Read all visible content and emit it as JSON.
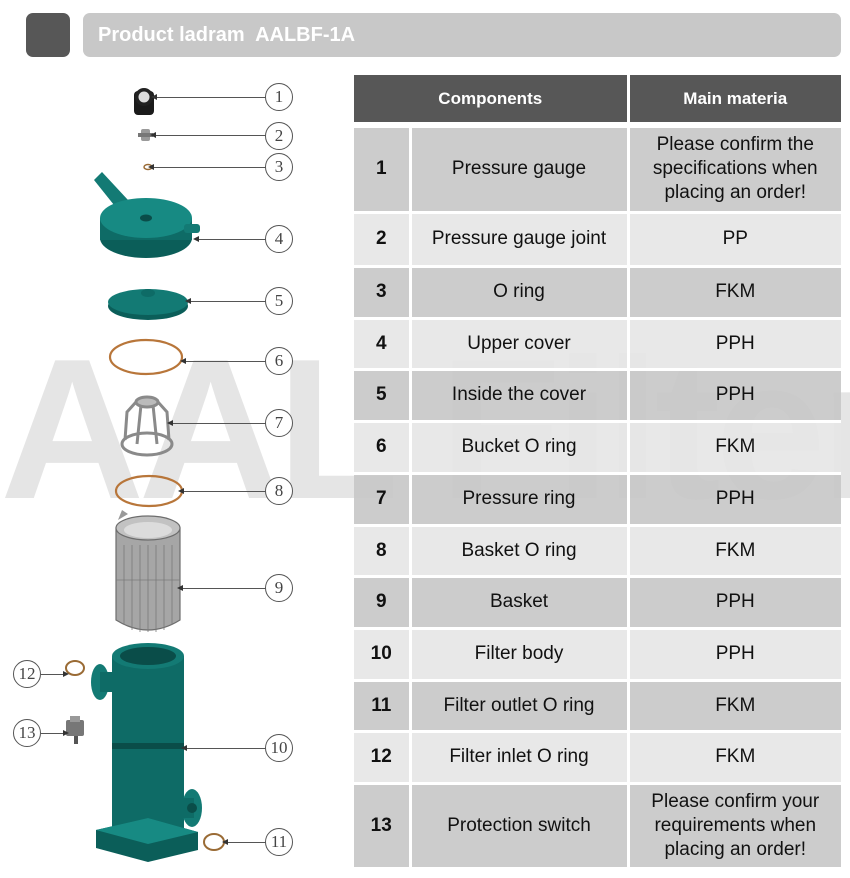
{
  "header": {
    "title": "Product ladram  AALBF-1A"
  },
  "watermark": "AAL Filter",
  "table": {
    "headers": [
      "Components",
      "Main materia"
    ],
    "rows": [
      {
        "no": "1",
        "component": "Pressure gauge",
        "material": "Please confirm the specifications when placing an order!",
        "height": 86
      },
      {
        "no": "2",
        "component": "Pressure gauge joint",
        "material": "PP",
        "height": 54
      },
      {
        "no": "3",
        "component": "O ring",
        "material": "FKM",
        "height": 52
      },
      {
        "no": "4",
        "component": "Upper cover",
        "material": "PPH",
        "height": 51
      },
      {
        "no": "5",
        "component": "Inside the cover",
        "material": "PPH",
        "height": 52
      },
      {
        "no": "6",
        "component": "Bucket O ring",
        "material": "FKM",
        "height": 52
      },
      {
        "no": "7",
        "component": "Pressure ring",
        "material": "PPH",
        "height": 52
      },
      {
        "no": "8",
        "component": "Basket O ring",
        "material": "FKM",
        "height": 51
      },
      {
        "no": "9",
        "component": "Basket",
        "material": "PPH",
        "height": 52
      },
      {
        "no": "10",
        "component": "Filter body",
        "material": "PPH",
        "height": 52
      },
      {
        "no": "11",
        "component": "Filter outlet O ring",
        "material": "FKM",
        "height": 51
      },
      {
        "no": "12",
        "component": "Filter inlet O ring",
        "material": "FKM",
        "height": 52
      },
      {
        "no": "13",
        "component": "Protection switch",
        "material": "Please confirm your requirements when placing an order!",
        "height": 85
      }
    ]
  },
  "diagram": {
    "callouts": [
      "1",
      "2",
      "3",
      "4",
      "5",
      "6",
      "7",
      "8",
      "9",
      "10",
      "11",
      "12",
      "13"
    ]
  },
  "colors": {
    "header_dark": "#575757",
    "header_bar": "#c8c8c8",
    "row_dark": "#c8c8c8",
    "row_light": "#e6e6e6",
    "part_teal": "#0e6b66",
    "oring_orange": "#b8763a"
  }
}
